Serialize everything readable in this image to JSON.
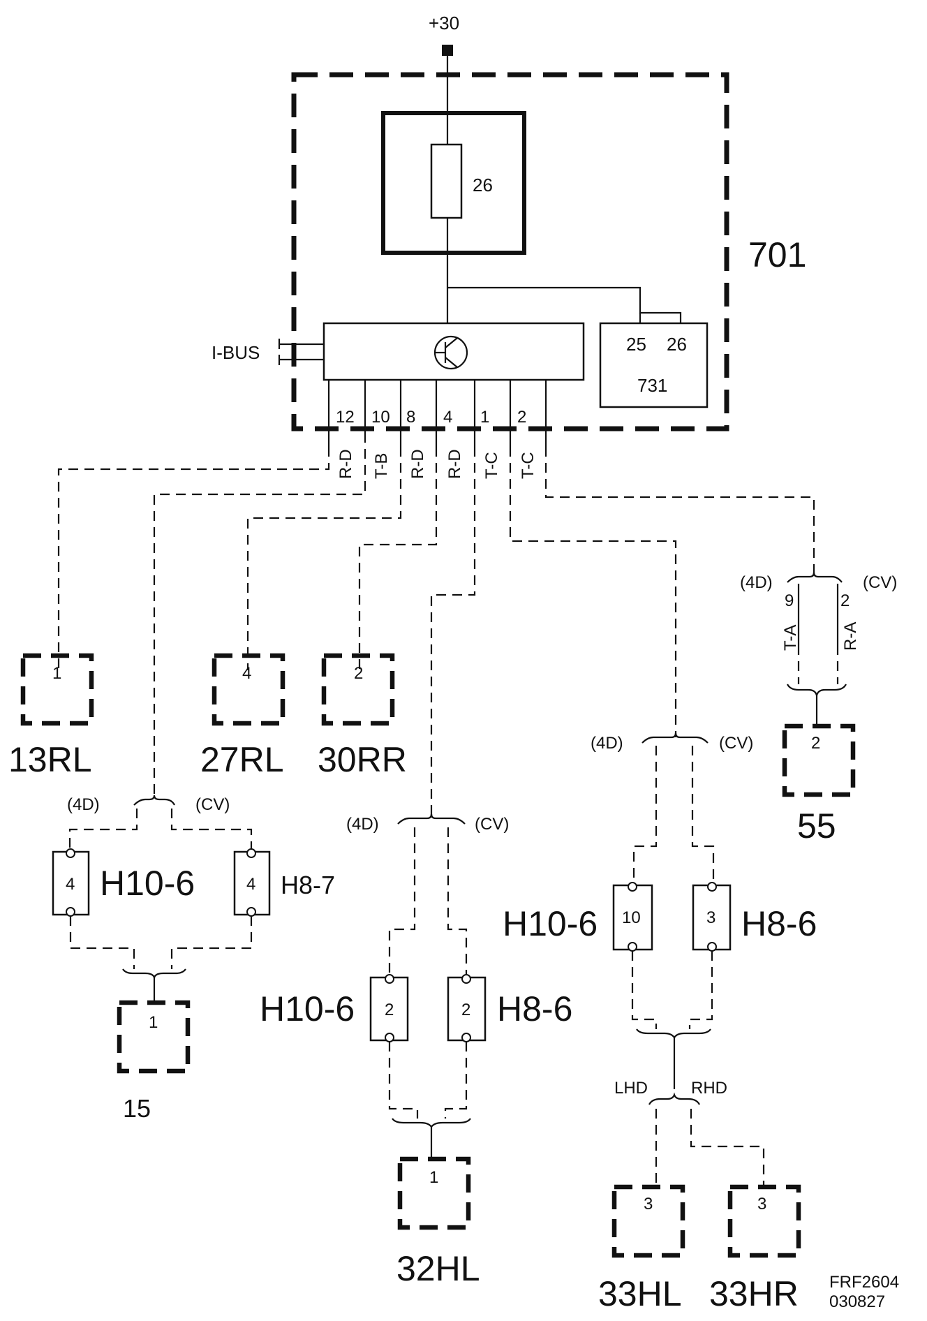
{
  "supply": "+30",
  "module": {
    "id": "701",
    "fuse": "26",
    "sub_id": "731",
    "sub_pins": [
      "25",
      "26"
    ],
    "bus": "I-BUS"
  },
  "outputs": [
    {
      "pin": "12",
      "wire": "R-D"
    },
    {
      "pin": "10",
      "wire": "T-B"
    },
    {
      "pin": "8",
      "wire": "R-D"
    },
    {
      "pin": "4",
      "wire": "R-D"
    },
    {
      "pin": "1",
      "wire": "T-C"
    },
    {
      "pin": "2",
      "wire": "T-C"
    }
  ],
  "variants": {
    "four_door": "(4D)",
    "convertible": "(CV)",
    "lhd": "LHD",
    "rhd": "RHD"
  },
  "components": {
    "c13rl": {
      "name": "13RL",
      "pin": "1"
    },
    "c27rl": {
      "name": "27RL",
      "pin": "4"
    },
    "c30rr": {
      "name": "30RR",
      "pin": "2"
    },
    "c15": {
      "name": "15",
      "pin": "1"
    },
    "c32hl": {
      "name": "32HL",
      "pin": "1"
    },
    "c33hl": {
      "name": "33HL",
      "pin": "3"
    },
    "c33hr": {
      "name": "33HR",
      "pin": "3"
    },
    "c55": {
      "name": "55",
      "pin": "2"
    }
  },
  "connectors": {
    "a_left": {
      "name": "H10-6",
      "pin": "4"
    },
    "a_right": {
      "name": "H8-7",
      "pin": "4"
    },
    "b_left": {
      "name": "H10-6",
      "pin": "2"
    },
    "b_right": {
      "name": "H8-6",
      "pin": "2"
    },
    "c_left": {
      "name": "H10-6",
      "pin": "10"
    },
    "c_right": {
      "name": "H8-6",
      "pin": "3"
    }
  },
  "c55_wires": {
    "left_pin": "9",
    "left_wire": "T-A",
    "right_pin": "2",
    "right_wire": "R-A"
  },
  "figure_code": "FRF2604",
  "figure_date": "030827"
}
